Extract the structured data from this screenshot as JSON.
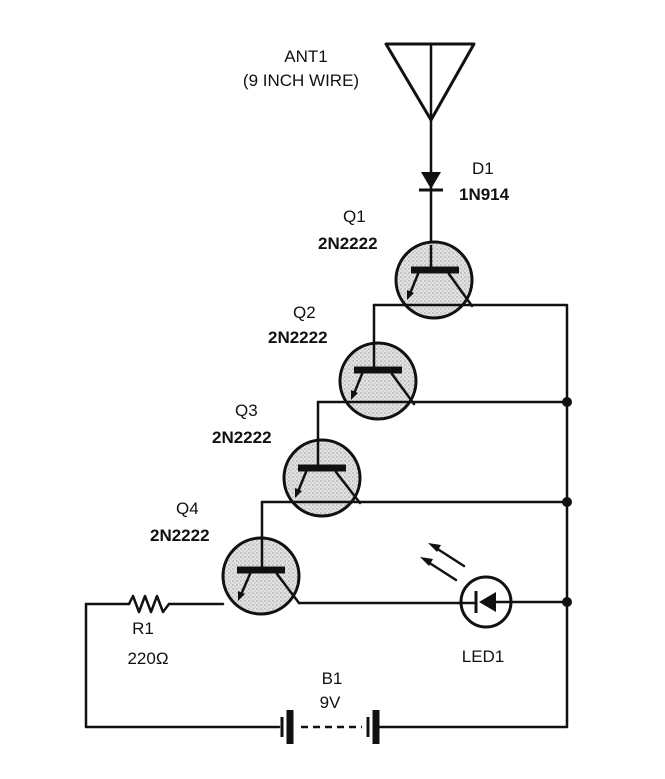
{
  "components": {
    "ant1": {
      "name": "ANT1",
      "detail": "(9 INCH WIRE)"
    },
    "d1": {
      "name": "D1",
      "part": "1N914"
    },
    "q1": {
      "name": "Q1",
      "part": "2N2222"
    },
    "q2": {
      "name": "Q2",
      "part": "2N2222"
    },
    "q3": {
      "name": "Q3",
      "part": "2N2222"
    },
    "q4": {
      "name": "Q4",
      "part": "2N2222"
    },
    "r1": {
      "name": "R1",
      "value": "220Ω"
    },
    "b1": {
      "name": "B1",
      "value": "9V"
    },
    "led1": {
      "name": "LED1"
    }
  },
  "colors": {
    "ink": "#111111",
    "transistor_fill": "#d4d4d4",
    "background": "#ffffff"
  }
}
